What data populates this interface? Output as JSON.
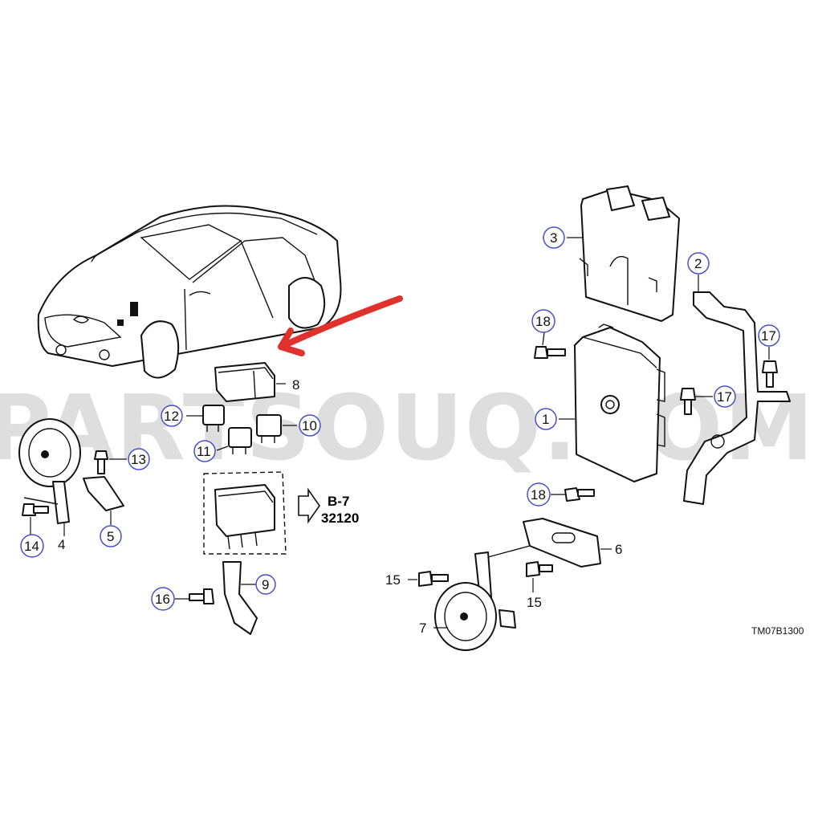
{
  "watermark": "PARTSOUQ.COM",
  "diagram_code": "TM07B1300",
  "reference": {
    "section": "B-7",
    "number": "32120"
  },
  "callouts": {
    "c1": "1",
    "c2": "2",
    "c3": "3",
    "c4": "4",
    "c5": "5",
    "c6": "6",
    "c7": "7",
    "c8": "8",
    "c9": "9",
    "c10": "10",
    "c11": "11",
    "c12": "12",
    "c13": "13",
    "c14": "14",
    "c15a": "15",
    "c15b": "15",
    "c16": "16",
    "c17a": "17",
    "c17b": "17",
    "c18a": "18",
    "c18b": "18"
  },
  "colors": {
    "highlight_arrow": "#e0322c",
    "callout_circle": "#4a4fc8",
    "watermark": "#d9d9d9"
  }
}
